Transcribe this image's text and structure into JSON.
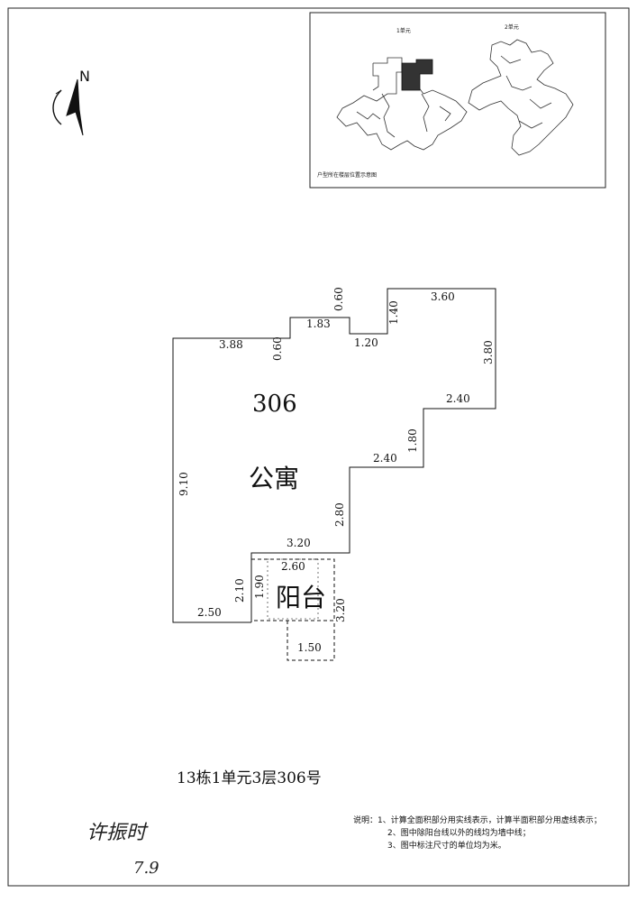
{
  "north_label": "N",
  "key_plan": {
    "unit1_label": "1单元",
    "unit2_label": "2单元",
    "caption": "户型所在楼层位置示意图"
  },
  "room": {
    "number": "306",
    "type": "公寓",
    "balcony": "阳台"
  },
  "dimensions": {
    "d_3_88": "3.88",
    "d_0_60_a": "0.60",
    "d_1_83": "1.83",
    "d_0_60_b": "0.60",
    "d_1_20": "1.20",
    "d_1_40": "1.40",
    "d_3_60": "3.60",
    "d_3_80": "3.80",
    "d_2_40_a": "2.40",
    "d_1_80": "1.80",
    "d_2_40_b": "2.40",
    "d_2_80": "2.80",
    "d_3_20_h": "3.20",
    "d_9_10": "9.10",
    "d_2_60": "2.60",
    "d_1_90": "1.90",
    "d_2_10": "2.10",
    "d_2_50": "2.50",
    "d_3_20_v": "3.20",
    "d_1_50": "1.50"
  },
  "title": "13栋1单元3层306号",
  "notes": [
    "说明：1、计算全面积部分用实线表示，计算半面积部分用虚线表示；",
    "2、图中除阳台线以外的线均为墙中线；",
    "3、图中标注尺寸的单位均为米。"
  ],
  "signature": "许振时",
  "signature_date": "7.9"
}
